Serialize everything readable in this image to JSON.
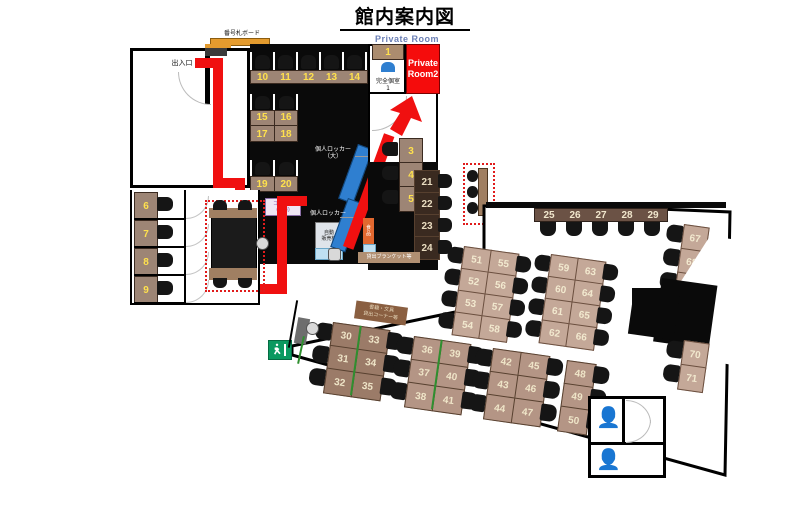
{
  "map": {
    "title": "館内案内図",
    "private_room_header": "Private Room",
    "private_room2_line1": "Private",
    "private_room2_line2": "Room2",
    "accent_red": "#f50c0c",
    "route_color": "#f01010",
    "seat_color": "#9d8575",
    "seat_text_color": "#ffe14d",
    "locker_color": "#2f7fd0",
    "exit_green": "#0a9960",
    "wc_male_color": "#4f86c6",
    "wc_female_color": "#e07a33"
  },
  "labels": {
    "entrance": "出入口",
    "number_board": "番号札ボード",
    "locker_large": "個人ロッカー\n（大）",
    "locker_large_l1": "個人ロッカー",
    "locker_large_l2": "（大）",
    "locker": "個人ロッカー",
    "copier_l1": "コピー機",
    "copier_l2": "(有料)",
    "vending_l1": "自動",
    "vending_l2": "販売機",
    "blanket": "貸出ブランケット等",
    "private_booth_1": "完全個室\n1",
    "private_booth_1_l1": "完全個室",
    "private_booth_1_l2": "1",
    "food_l1": "食",
    "food_l2": "品",
    "books_l1": "書籍・文具",
    "books_l2": "貸出コーナー等",
    "exit_sign": "非常口"
  },
  "seats": {
    "private_room_top": [
      "1"
    ],
    "row_top": [
      "10",
      "11",
      "12",
      "13",
      "14"
    ],
    "block_15_18": [
      "15",
      "16",
      "17",
      "18"
    ],
    "row_19_20": [
      "19",
      "20"
    ],
    "booths_left": [
      "6",
      "7",
      "8",
      "9"
    ],
    "col_3_5": [
      "3",
      "4",
      "5"
    ],
    "col_21_24": [
      "21",
      "22",
      "23",
      "24"
    ],
    "row_25_29": [
      "25",
      "26",
      "27",
      "28",
      "29"
    ],
    "table_51_58_left": [
      "51",
      "52",
      "53",
      "54"
    ],
    "table_51_58_right": [
      "55",
      "56",
      "57",
      "58"
    ],
    "table_59_66_left": [
      "59",
      "60",
      "61",
      "62"
    ],
    "table_59_66_right": [
      "63",
      "64",
      "65",
      "66"
    ],
    "col_67_69": [
      "67",
      "68",
      "69"
    ],
    "col_70_71": [
      "70",
      "71"
    ],
    "table_30_35_left": [
      "30",
      "31",
      "32"
    ],
    "table_30_35_right": [
      "33",
      "34",
      "35"
    ],
    "table_36_41_left": [
      "36",
      "37",
      "38"
    ],
    "table_36_41_right": [
      "39",
      "40",
      "41"
    ],
    "table_42_47_left": [
      "42",
      "43",
      "44"
    ],
    "table_42_47_right": [
      "45",
      "46",
      "47"
    ],
    "col_48_50": [
      "48",
      "49",
      "50"
    ]
  }
}
